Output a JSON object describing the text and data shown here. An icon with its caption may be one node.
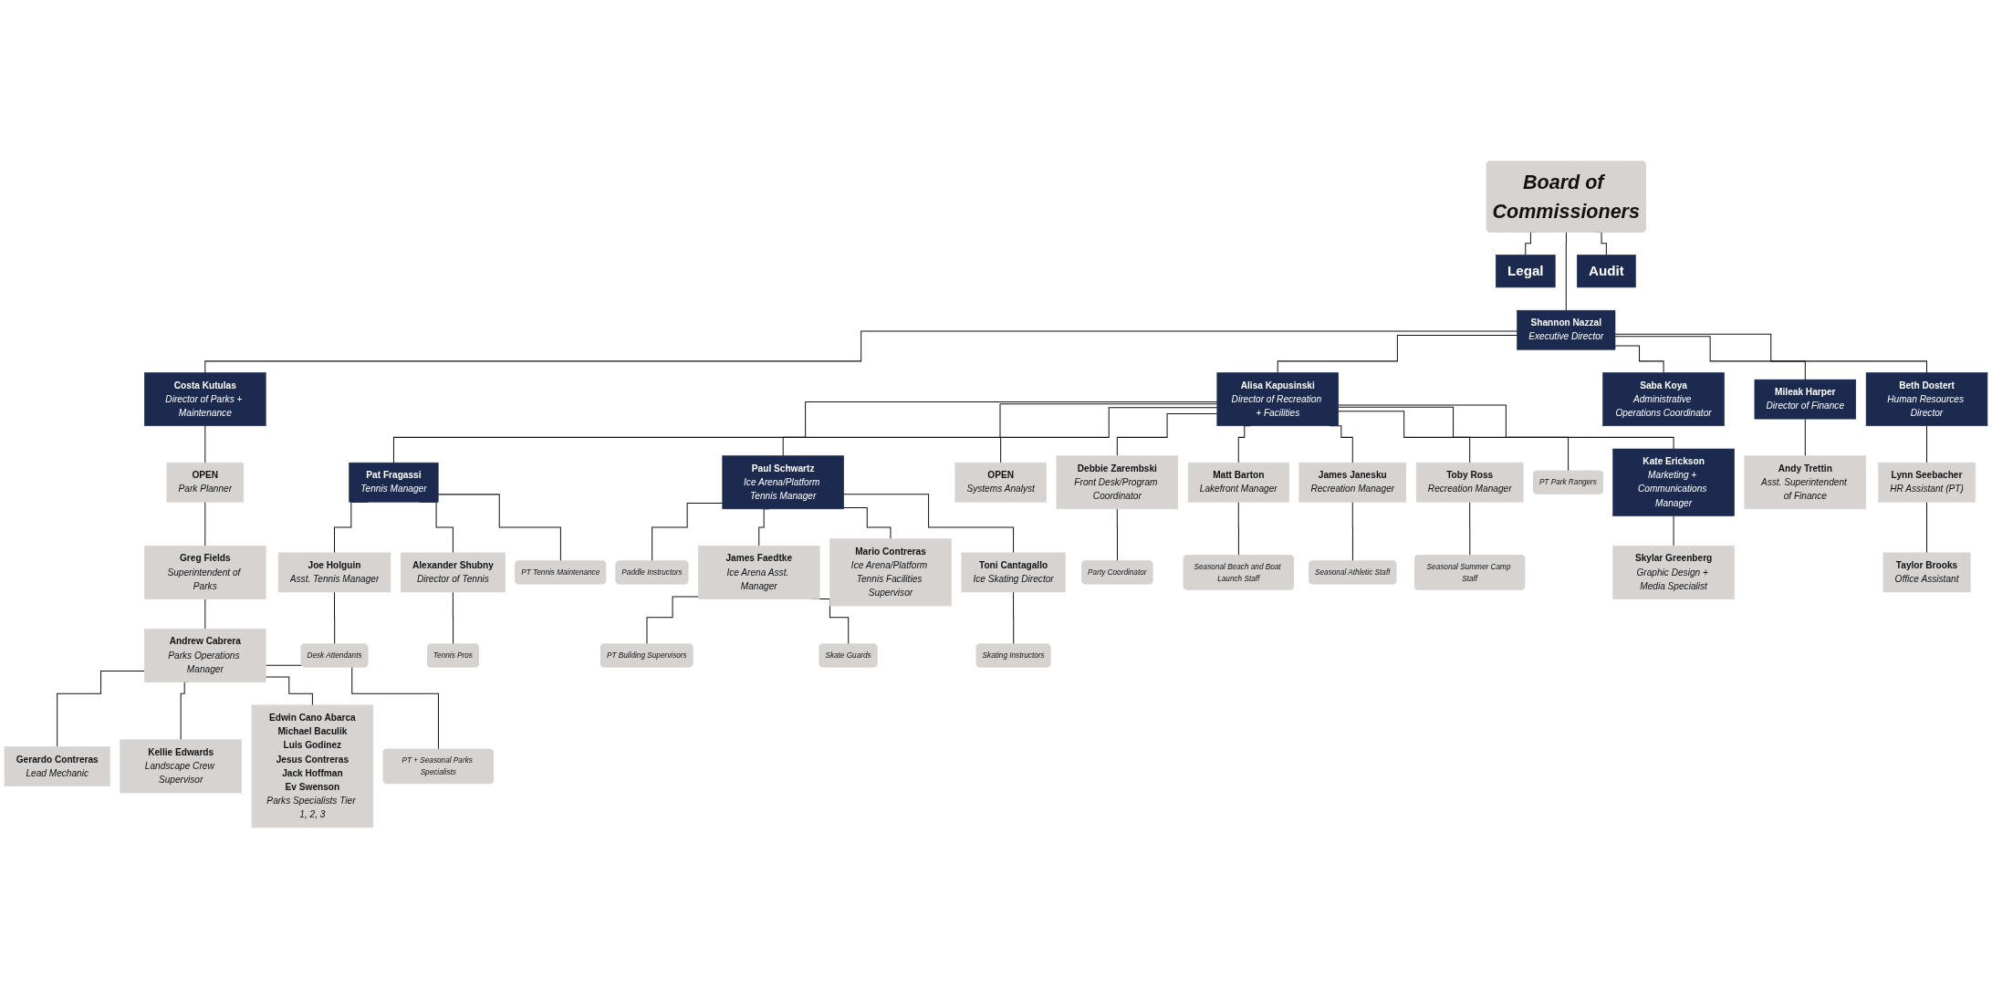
{
  "diagram": {
    "nodes": [
      {
        "text": [
          "Board of Commissioners"
        ]
      },
      {
        "text": [
          "Legal"
        ]
      },
      {
        "text": [
          "Shannon Nazzal",
          "Executive Director"
        ]
      },
      {
        "text": [
          "Audit"
        ]
      },
      {
        "text": [
          "Costa Kutulas",
          "Director of Parks + Maintenance"
        ]
      },
      {
        "text": [
          "Alisa Kapusinski",
          "Director of Recreation + Facilities"
        ]
      },
      {
        "text": [
          "Saba Koya",
          "Administrative Operations Coordinator"
        ]
      },
      {
        "text": [
          "Mileak Harper",
          "Director of Finance"
        ]
      },
      {
        "text": [
          "Beth Dostert",
          "Human Resources Director"
        ]
      },
      {
        "text": [
          "OPEN",
          "Park Planner"
        ]
      },
      {
        "text": [
          "Greg Fields",
          "Superintendent of Parks"
        ]
      },
      {
        "text": [
          "Andrew Cabrera",
          "Parks Operations Manager"
        ]
      },
      {
        "text": [
          "Gerardo Contreras",
          "Lead Mechanic"
        ]
      },
      {
        "text": [
          "Kellie Edwards",
          "Landscape Crew Supervisor"
        ]
      },
      {
        "text": [
          "Edwin Cano Abarca",
          "Michael Baculik",
          "Luis Godinez",
          "Jesus Contreras",
          "Jack Hoffman",
          "Ev Swenson",
          "Parks Specialists Tier 1, 2, 3"
        ]
      },
      {
        "text": [
          "PT + Seasonal Parks Specialists"
        ]
      },
      {
        "text": [
          "Pat Fragassi",
          "Tennis Manager"
        ]
      },
      {
        "text": [
          "Paul Schwartz",
          "Ice Arena/Platform Tennis Manager"
        ]
      },
      {
        "text": [
          "Paddle Instructors"
        ]
      },
      {
        "text": [
          "Desk Attendants"
        ]
      },
      {
        "text": [
          "Joe Holguin",
          "Asst. Tennis Manager"
        ]
      },
      {
        "text": [
          "Tennis Pros"
        ]
      },
      {
        "text": [
          "Alexander Shubny",
          "Director of Tennis"
        ]
      },
      {
        "text": [
          "PT Tennis Maintenance"
        ]
      },
      {
        "text": [
          "James Faedtke",
          "Ice Arena Asst. Manager"
        ]
      },
      {
        "text": [
          "PT Building Supervisors"
        ]
      },
      {
        "text": [
          "Skate Guards"
        ]
      },
      {
        "text": [
          "Mario Contreras",
          "Ice Arena/Platform Tennis Facilities Supervisor"
        ]
      },
      {
        "text": [
          "Toni Cantagallo",
          "Ice Skating Director"
        ]
      },
      {
        "text": [
          "Skating Instructors"
        ]
      },
      {
        "text": [
          "OPEN",
          "Systems Analyst"
        ]
      },
      {
        "text": [
          "Debbie Zarembski",
          "Front Desk/Program Coordinator"
        ]
      },
      {
        "text": [
          "Party Coordinator"
        ]
      },
      {
        "text": [
          "Matt Barton",
          "Lakefront Manager"
        ]
      },
      {
        "text": [
          "Seasonal Beach and Boat Launch Staff"
        ]
      },
      {
        "text": [
          "James Janesku",
          "Recreation Manager"
        ]
      },
      {
        "text": [
          "Seasonal Athletic Staff"
        ]
      },
      {
        "text": [
          "Toby Ross",
          "Recreation Manager"
        ]
      },
      {
        "text": [
          "Seasonal Summer Camp Staff"
        ]
      },
      {
        "text": [
          "PT Park Rangers"
        ]
      },
      {
        "text": [
          "Kate Erickson",
          "Marketing + Communications Manager"
        ]
      },
      {
        "text": [
          "Skylar Greenberg",
          "Graphic Design + Media Specialist"
        ]
      },
      {
        "text": [
          "Andy Trettin",
          "Asst. Superintendent of Finance"
        ]
      },
      {
        "text": [
          "Lynn Seebacher",
          "HR Assistant (PT)"
        ]
      },
      {
        "text": [
          "Taylor Brooks",
          "Office Assistant"
        ]
      }
    ],
    "edges": [
      {
        "from": 0,
        "to": 1,
        "arrow": "none"
      },
      {
        "from": 0,
        "to": 2,
        "arrow": "none"
      },
      {
        "from": 0,
        "to": 3,
        "arrow": "none"
      },
      {
        "from": 2,
        "to": 4,
        "arrow": "none"
      },
      {
        "from": 2,
        "to": 5,
        "arrow": "none"
      },
      {
        "from": 2,
        "to": 6,
        "arrow": "none"
      },
      {
        "from": 2,
        "to": 7,
        "arrow": "none"
      },
      {
        "from": 2,
        "to": 8,
        "arrow": "none"
      },
      {
        "from": 4,
        "to": 9,
        "arrow": "none"
      },
      {
        "from": 9,
        "to": 10,
        "arrow": "none"
      },
      {
        "from": 10,
        "to": 11,
        "arrow": "none"
      },
      {
        "from": 11,
        "to": 12,
        "arrow": "none"
      },
      {
        "from": 11,
        "to": 13,
        "arrow": "none"
      },
      {
        "from": 11,
        "to": 14,
        "arrow": "none"
      },
      {
        "from": 11,
        "to": 15,
        "arrow": "none"
      },
      {
        "from": 5,
        "to": 16,
        "arrow": "none"
      },
      {
        "from": 5,
        "to": 17,
        "arrow": "none"
      },
      {
        "from": 17,
        "to": 18,
        "arrow": "none"
      },
      {
        "from": 16,
        "to": 20,
        "arrow": "none"
      },
      {
        "from": 20,
        "to": 19,
        "arrow": "none"
      },
      {
        "from": 16,
        "to": 22,
        "arrow": "none"
      },
      {
        "from": 22,
        "to": 21,
        "arrow": "none"
      },
      {
        "from": 16,
        "to": 23,
        "arrow": "none"
      },
      {
        "from": 17,
        "to": 24,
        "arrow": "none"
      },
      {
        "from": 24,
        "to": 25,
        "arrow": "none"
      },
      {
        "from": 24,
        "to": 26,
        "arrow": "none"
      },
      {
        "from": 17,
        "to": 27,
        "arrow": "none"
      },
      {
        "from": 17,
        "to": 28,
        "arrow": "none"
      },
      {
        "from": 28,
        "to": 29,
        "arrow": "none"
      },
      {
        "from": 5,
        "to": 30,
        "arrow": "none"
      },
      {
        "from": 5,
        "to": 31,
        "arrow": "none"
      },
      {
        "from": 31,
        "to": 32,
        "arrow": "none"
      },
      {
        "from": 5,
        "to": 33,
        "arrow": "none"
      },
      {
        "from": 33,
        "to": 34,
        "arrow": "none"
      },
      {
        "from": 5,
        "to": 35,
        "arrow": "none"
      },
      {
        "from": 35,
        "to": 36,
        "arrow": "none"
      },
      {
        "from": 5,
        "to": 37,
        "arrow": "none"
      },
      {
        "from": 37,
        "to": 38,
        "arrow": "none"
      },
      {
        "from": 5,
        "to": 39,
        "arrow": "none"
      },
      {
        "from": 5,
        "to": 40,
        "arrow": "none"
      },
      {
        "from": 40,
        "to": 41,
        "arrow": "none"
      },
      {
        "from": 7,
        "to": 42,
        "arrow": "none"
      },
      {
        "from": 8,
        "to": 43,
        "arrow": "none"
      },
      {
        "from": 43,
        "to": 44,
        "arrow": "none"
      }
    ]
  }
}
